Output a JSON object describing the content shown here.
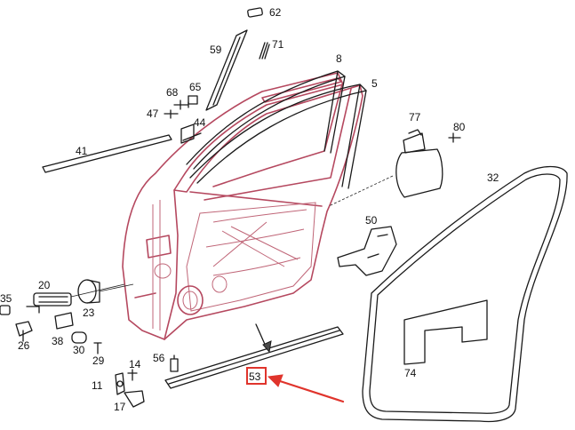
{
  "callouts": {
    "c62": "62",
    "c71": "71",
    "c59": "59",
    "c8": "8",
    "c5": "5",
    "c68": "68",
    "c65": "65",
    "c47": "47",
    "c44": "44",
    "c41": "41",
    "c77": "77",
    "c80": "80",
    "c32": "32",
    "c50": "50",
    "c35": "35",
    "c20": "20",
    "c23": "23",
    "c26": "26",
    "c38": "38",
    "c30": "30",
    "c29": "29",
    "c56": "56",
    "c14": "14",
    "c11": "11",
    "c17": "17",
    "c53": "53",
    "c74": "74"
  },
  "colors": {
    "part_outline": "#b5485f",
    "ink": "#1a1a1a",
    "highlight": "#e0342c"
  }
}
